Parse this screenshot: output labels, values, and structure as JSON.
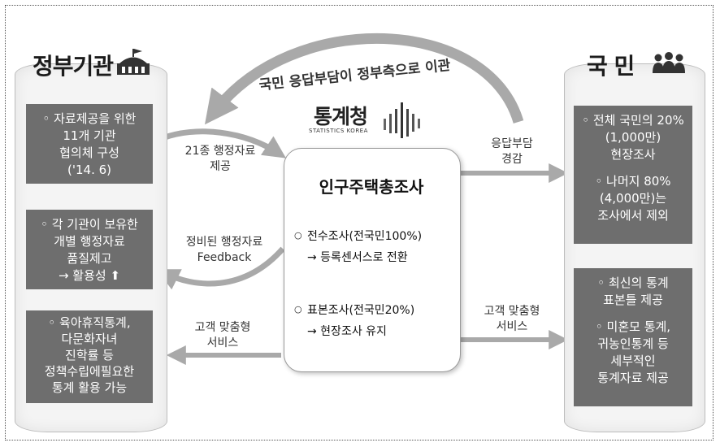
{
  "left_panel": {
    "title": "정부기관",
    "boxes": [
      {
        "lines": [
          "◦ 자료제공을 위한",
          "11개 기관",
          "협의체 구성",
          "('14. 6)"
        ]
      },
      {
        "lines": [
          "◦ 각 기관이 보유한",
          "개별 행정자료",
          "품질제고",
          "→ 활용성 ⬆"
        ]
      },
      {
        "lines": [
          "◦ 육아휴직통계,",
          "다문화자녀",
          "진학률 등",
          "정책수립에필요한",
          "통계 활용 가능"
        ]
      }
    ]
  },
  "right_panel": {
    "title": "국 민",
    "boxes": [
      {
        "lines": [
          "◦ 전체 국민의 20%",
          "(1,000만)",
          "현장조사",
          "",
          "◦ 나머지 80%",
          "(4,000만)는",
          "조사에서 제외"
        ]
      },
      {
        "lines": [
          "◦ 최신의 통계",
          "표본틀 제공",
          "",
          "◦ 미혼모 통계,",
          "귀농인통계 등",
          "세부적인",
          "통계자료 제공"
        ]
      }
    ]
  },
  "top_arrow_label": "국민 응답부담이 정부측으로 이관",
  "center": {
    "logo_text": "통계청",
    "logo_sub": "STATISTICS KOREA",
    "title": "인구주택총조사",
    "item1": {
      "main": "전수조사(전국민100%)",
      "sub": "→ 등록센서스로 전환"
    },
    "item2": {
      "main": "표본조사(전국민20%)",
      "sub": "→ 현장조사 유지"
    }
  },
  "left_labels": {
    "admin_data": [
      "21종 행정자료",
      "제공"
    ],
    "feedback": [
      "정비된 행정자료",
      "Feedback"
    ],
    "custom_service": [
      "고객 맞춤형",
      "서비스"
    ]
  },
  "right_labels": {
    "burden": [
      "응답부담",
      "경감"
    ],
    "custom_service": [
      "고객 맞춤형",
      "서비스"
    ]
  },
  "colors": {
    "box_gray": "#6e6e6e",
    "arrow_gray": "#a9a9a9"
  }
}
